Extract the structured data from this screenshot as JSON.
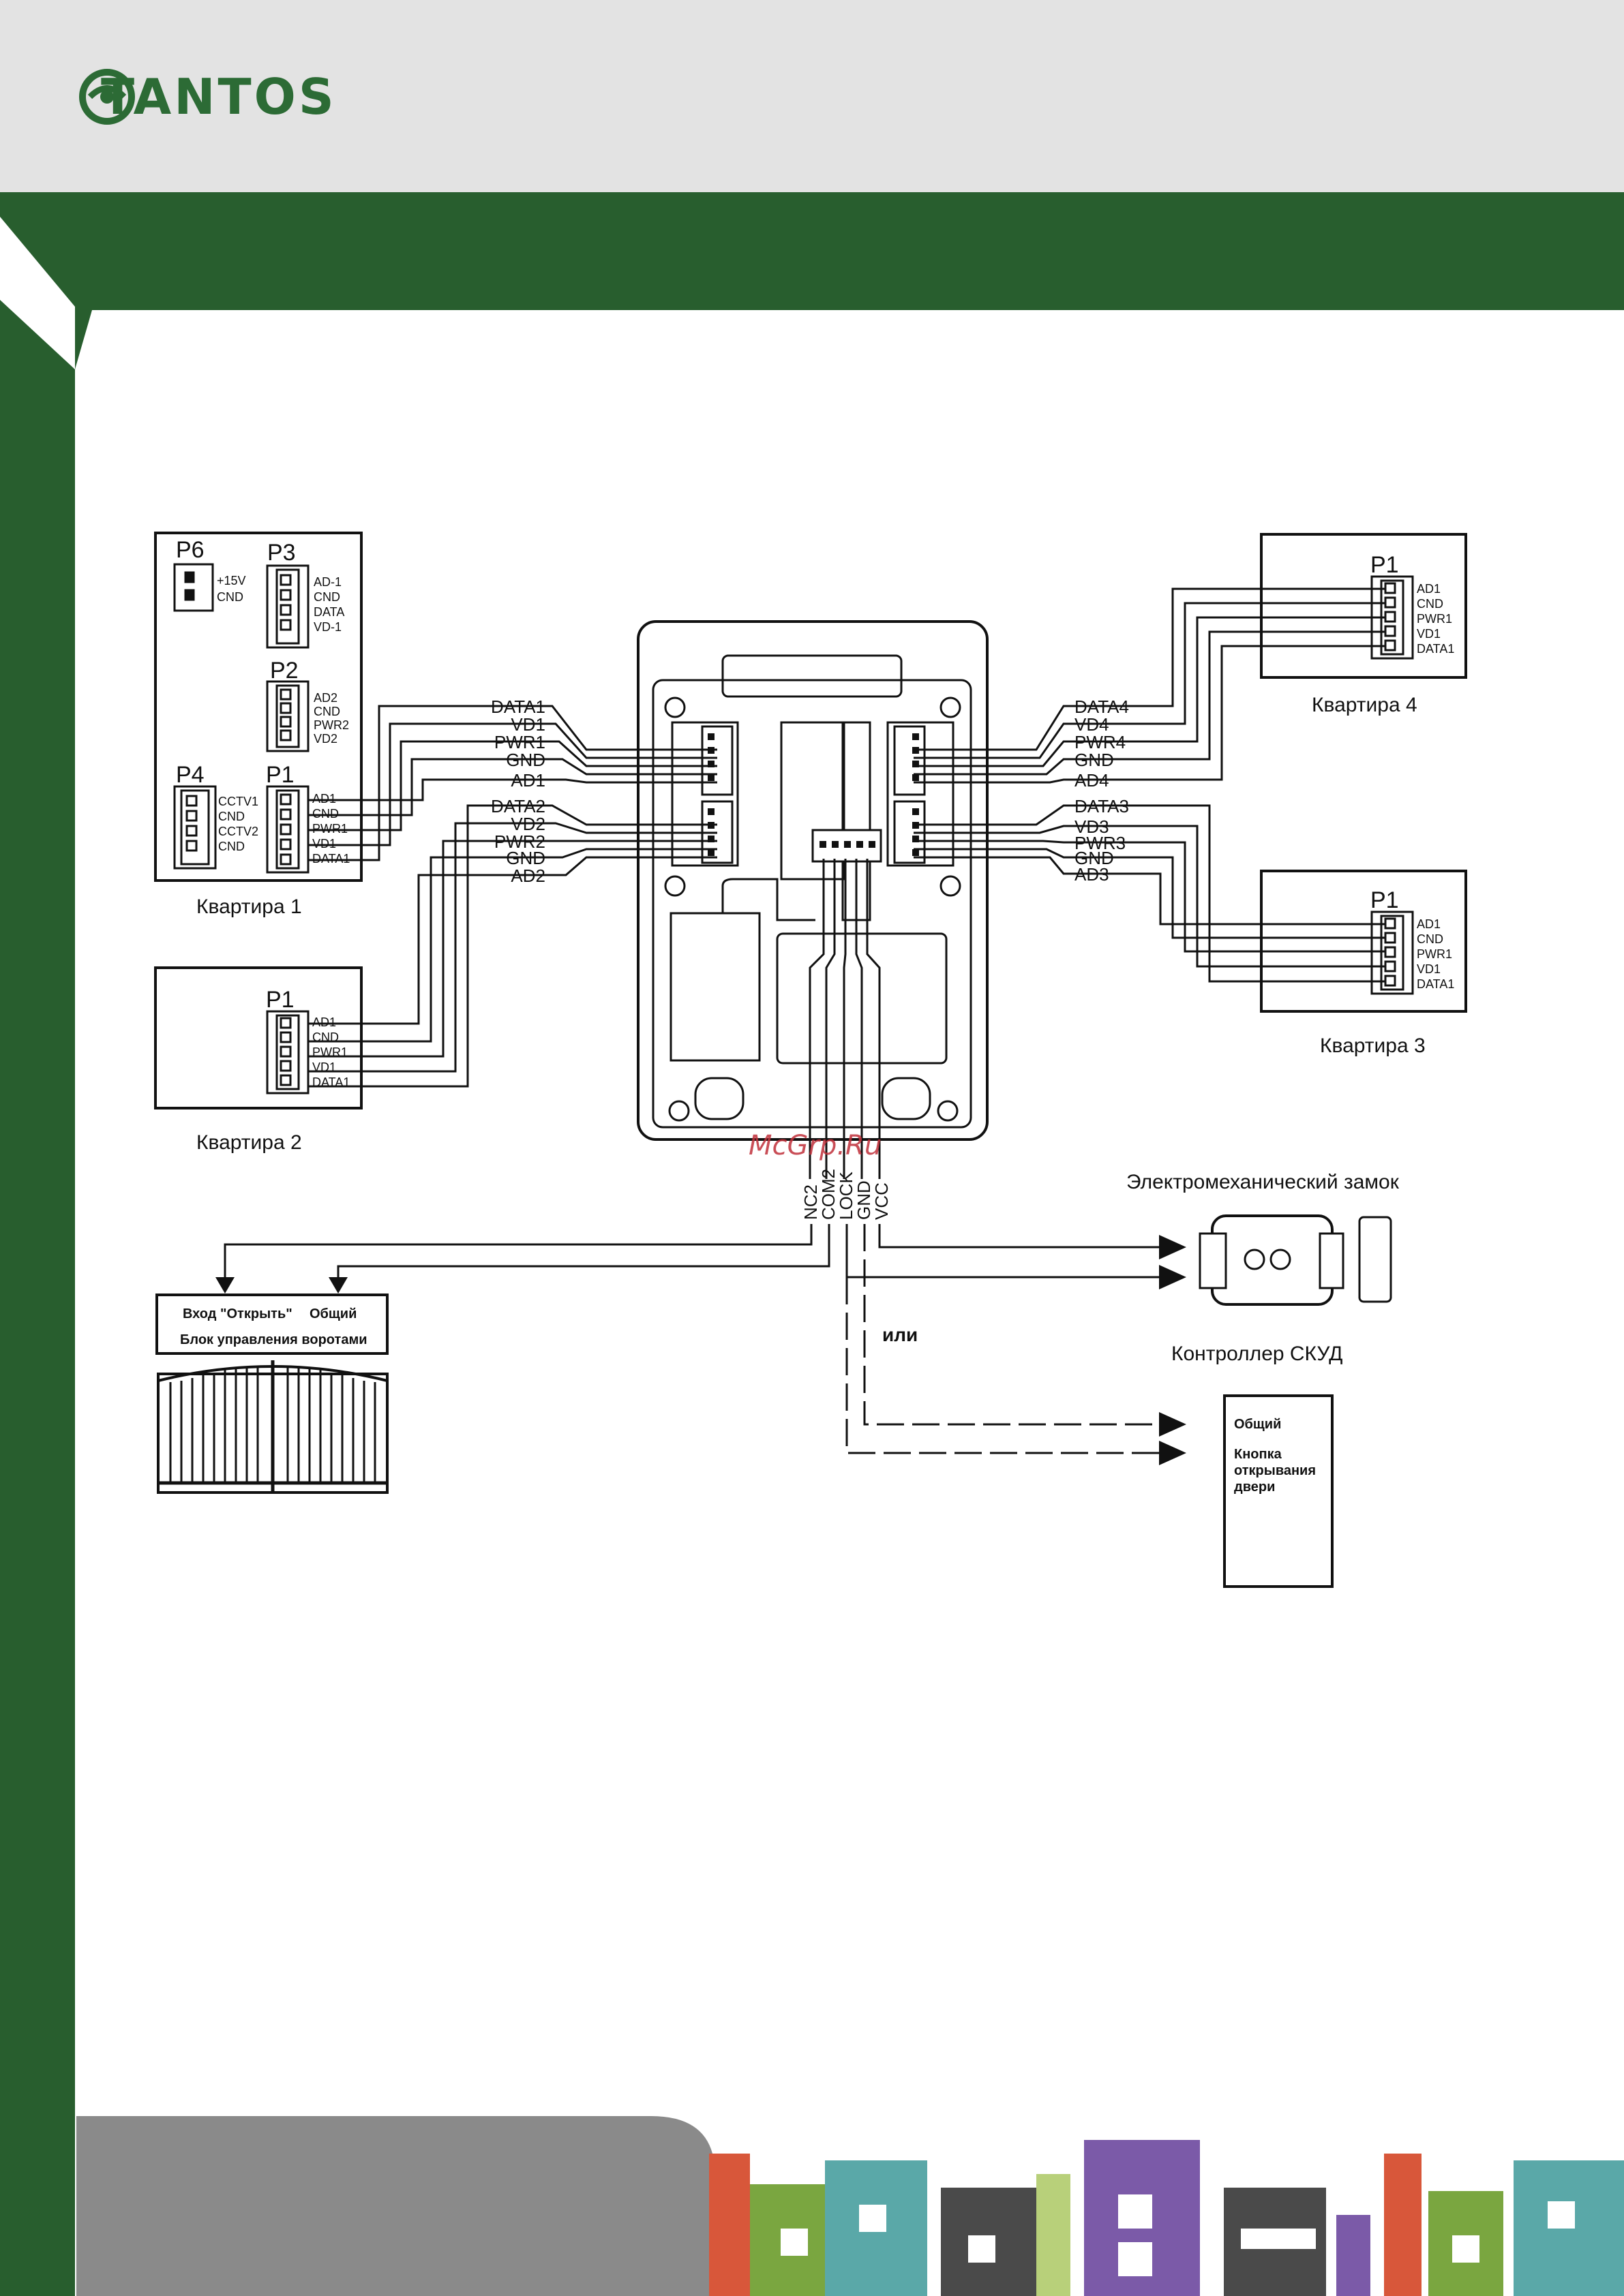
{
  "brand": {
    "name": "TANTOS",
    "color": "#2c6b35",
    "band_color": "#285e2e",
    "header_bg": "#e3e3e3"
  },
  "watermark": "McGrp.Ru",
  "monitor_left": {
    "connectors": {
      "p6": {
        "label": "P6",
        "pins": [
          "+15V",
          "CND"
        ]
      },
      "p3": {
        "label": "P3",
        "pins": [
          "AD-1",
          "CND",
          "DATA",
          "VD-1"
        ]
      },
      "p2": {
        "label": "P2",
        "pins": [
          "AD2",
          "CND",
          "PWR2",
          "VD2"
        ]
      },
      "p4": {
        "label": "P4",
        "pins": [
          "CCTV1",
          "CND",
          "CCTV2",
          "CND"
        ]
      },
      "p1": {
        "label": "P1",
        "pins": [
          "AD1",
          "CND",
          "PWR1",
          "VD1",
          "DATA1"
        ]
      }
    },
    "caption": "Квартира 1"
  },
  "apartment2": {
    "label": "P1",
    "pins": [
      "AD1",
      "CND",
      "PWR1",
      "VD1",
      "DATA1"
    ],
    "caption": "Квартира 2"
  },
  "apartment3": {
    "label": "P1",
    "pins": [
      "AD1",
      "CND",
      "PWR1",
      "VD1",
      "DATA1"
    ],
    "caption": "Квартира 3"
  },
  "apartment4": {
    "label": "P1",
    "pins": [
      "AD1",
      "CND",
      "PWR1",
      "VD1",
      "DATA1"
    ],
    "caption": "Квартира 4"
  },
  "panel_left_upper": [
    "DATA1",
    "VD1",
    "PWR1",
    "GND",
    "AD1"
  ],
  "panel_left_lower": [
    "DATA2",
    "VD2",
    "PWR2",
    "GND",
    "AD2"
  ],
  "panel_right_upper": [
    "DATA4",
    "VD4",
    "PWR4",
    "GND",
    "AD4"
  ],
  "panel_right_lower": [
    "DATA3",
    "VD3",
    "PWR3",
    "GND",
    "AD3"
  ],
  "relay_terminals": [
    "NC2",
    "COM2",
    "LOCK",
    "GND",
    "VCC"
  ],
  "lock": {
    "caption": "Электромеханический замок"
  },
  "access_controller": {
    "caption": "Контроллер СКУД"
  },
  "or_label": "или",
  "gate_unit": {
    "input_open": "Вход \"Открыть\"",
    "common": "Общий",
    "caption": "Блок управления воротами"
  },
  "exit_button": {
    "common": "Общий",
    "line1": "Кнопка",
    "line2": "открывания",
    "line3": "двери"
  }
}
